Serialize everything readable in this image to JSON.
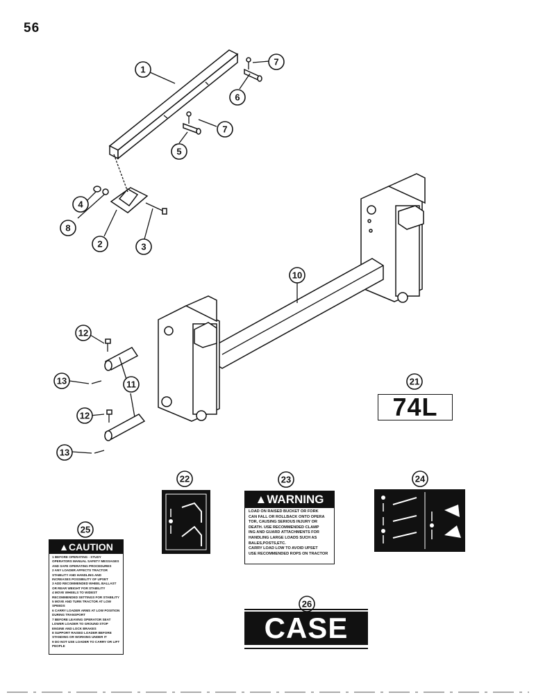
{
  "page": {
    "number": "56"
  },
  "callouts": [
    "1",
    "2",
    "3",
    "4",
    "5",
    "6",
    "7",
    "7",
    "8",
    "10",
    "11",
    "12",
    "12",
    "13",
    "13",
    "21",
    "22",
    "23",
    "24",
    "25",
    "26"
  ],
  "model_decal": {
    "text": "74L"
  },
  "warning_decal": {
    "header": "WARNING",
    "lines": [
      "LOAD ON RAISED BUCKET OR FORK",
      "CAN FALL OR ROLLBACK ONTO OPERA",
      "TOR, CAUSING SERIOUS INJURY OR",
      "DEATH. USE RECOMMENDED CLAMP",
      "ING AND GUARD ATTACHMENTS FOR",
      "HANDLING LARGE LOADS SUCH AS",
      "BALES,POSTS,ETC.",
      "CARRY LOAD LOW TO AVOID UPSET",
      "USE RECOMMENDED ROPS ON TRACTOR"
    ]
  },
  "caution_decal": {
    "header": "CAUTION",
    "lines": [
      "1 BEFORE OPERATING - STUDY OPERATORS MANUAL SAFETY MESSAGES AND SAFE OPERATING PROCEDURES",
      "2 ANY LOADER AFFECTS TRACTOR STABILITY AND HANDLING AND INCREASES POSSIBILITY OF UPSET",
      "3 ADD RECOMMENDED WHEEL BALLAST OR REAR WEIGHT FOR STABILITY",
      "4 MOVE WHEELS TO WIDEST RECOMMENDED SETTINGS FOR STABILITY",
      "5 MOVE AND TURN TRACTOR AT LOW SPEEDS",
      "6 CARRY LOADER ARMS AT LOW POSITION DURING TRANSPORT",
      "7 BEFORE LEAVING OPERATOR SEAT LOWER LOADER TO GROUND STOP ENGINE AND LOCK BRAKES",
      "8 SUPPORT RAISED LOADER BEFORE STANDING OR WORKING UNDER IT",
      "9 DO NOT USE LOADER TO CARRY OR LIFT PEOPLE"
    ]
  },
  "case_decal": {
    "text": "CASE"
  }
}
